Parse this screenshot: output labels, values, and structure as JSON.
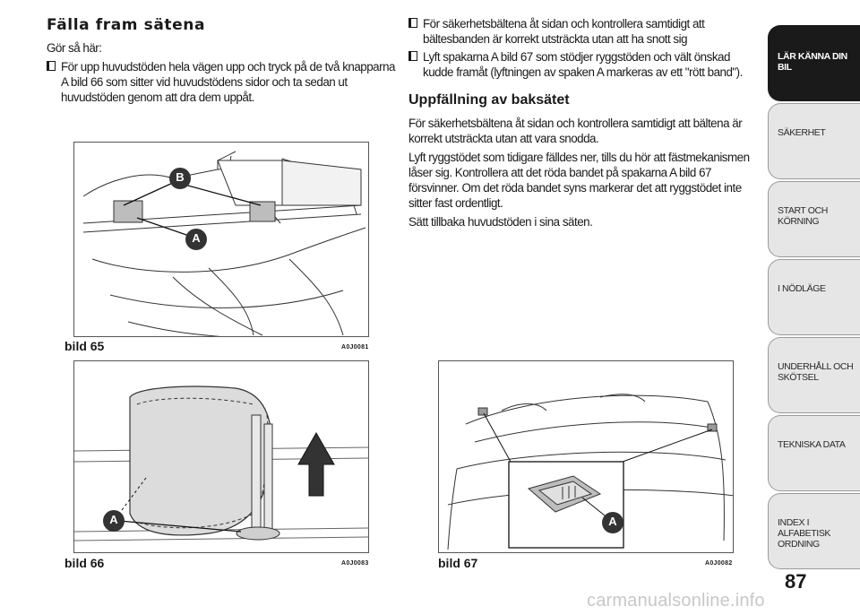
{
  "left": {
    "title": "Fälla fram sätena",
    "intro": "Gör så här:",
    "bullet1": "För upp huvudstöden hela vägen upp och tryck på de två knapparna A bild 66 som sitter vid huvudstödens sidor och ta sedan ut huvudstöden genom att dra dem uppåt."
  },
  "right": {
    "bullet1": "För säkerhetsbältena åt sidan och kontrollera samtidigt att bältesbanden är korrekt utsträckta utan att ha snott sig",
    "bullet2": "Lyft spakarna A bild 67 som stödjer ryggstöden och vält önskad kudde framåt (lyftningen av spaken A markeras av ett \"rött band\").",
    "heading": "Uppfällning av baksätet",
    "para1": "För säkerhetsbältena åt sidan och kontrollera samtidigt att bältena är korrekt utsträckta utan att vara snodda.",
    "para2": "Lyft ryggstödet som tidigare fälldes ner, tills du hör att fästmekanismen låser sig. Kontrollera att det röda bandet på spakarna A bild 67 försvinner. Om det röda bandet syns markerar det att ryggstödet inte sitter fast ordentligt.",
    "para3": "Sätt tillbaka huvudstöden i sina säten."
  },
  "figures": {
    "fig65": {
      "caption": "bild 65",
      "code": "A0J0081",
      "label_a": "A",
      "label_b": "B"
    },
    "fig66": {
      "caption": "bild 66",
      "code": "A0J0083",
      "label_a": "A"
    },
    "fig67": {
      "caption": "bild 67",
      "code": "A0J0082",
      "label_a": "A"
    }
  },
  "tabs": [
    {
      "label": "LÄR KÄNNA DIN BIL",
      "active": true
    },
    {
      "label": "SÄKERHET",
      "active": false
    },
    {
      "label": "START OCH KÖRNING",
      "active": false
    },
    {
      "label": "I NÖDLÄGE",
      "active": false
    },
    {
      "label": "UNDERHÅLL OCH SKÖTSEL",
      "active": false
    },
    {
      "label": "TEKNISKA DATA",
      "active": false
    },
    {
      "label": "INDEX I ALFABETISK ORDNING",
      "active": false
    }
  ],
  "page_number": "87",
  "watermark": "carmanualsonline.info"
}
